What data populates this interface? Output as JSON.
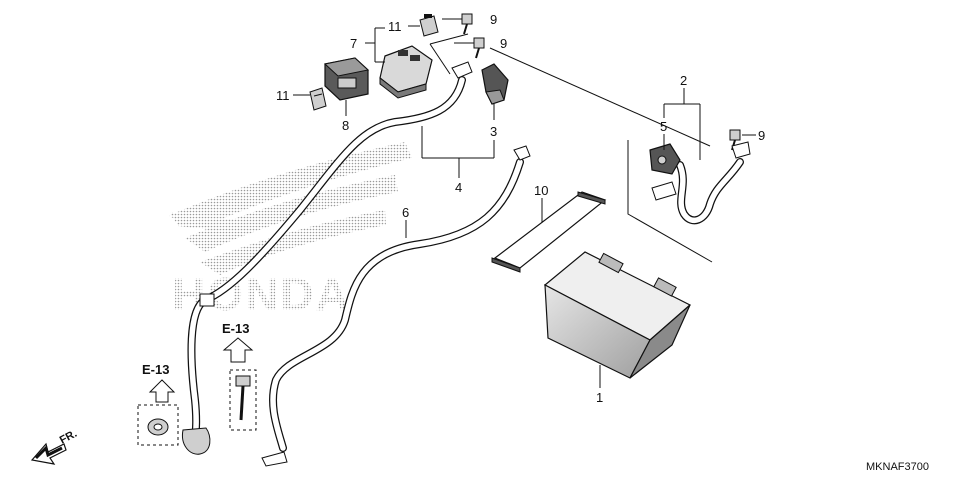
{
  "callouts": {
    "c1": "1",
    "c2": "2",
    "c3": "3",
    "c4": "4",
    "c5": "5",
    "c6": "6",
    "c7": "7",
    "c8": "8",
    "c9a": "9",
    "c9b": "9",
    "c9c": "9",
    "c10": "10",
    "c11a": "11",
    "c11b": "11"
  },
  "references": {
    "left": "E-13",
    "right": "E-13"
  },
  "direction": "FR.",
  "watermark": "HONDA",
  "diagram_code": "MKNAF3700",
  "colors": {
    "line": "#111111",
    "part_fill": "#d9d9d9",
    "part_dark": "#7a7a7a",
    "watermark": "#bdbdbd"
  }
}
